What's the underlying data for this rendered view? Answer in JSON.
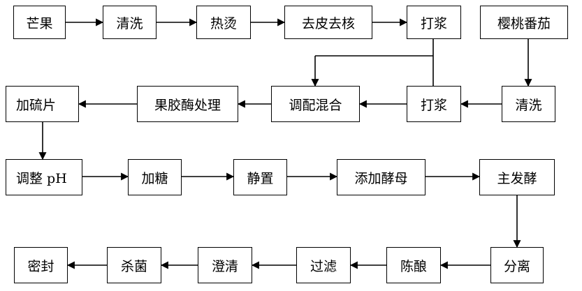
{
  "nodes": {
    "mango": "芒果",
    "wash1": "清洗",
    "blanch": "热烫",
    "peel": "去皮去核",
    "pulp1": "打浆",
    "tomato": "樱桃番茄",
    "sulfite": "加硫片",
    "pectinase": "果胶酶处理",
    "blend": "调配混合",
    "pulp2": "打浆",
    "wash2": "清洗",
    "ph": "调整 pH",
    "sugar": "加糖",
    "rest": "静置",
    "yeast": "添加酵母",
    "primary": "主发酵",
    "seal": "密封",
    "sterilize": "杀菌",
    "clarify": "澄清",
    "filter": "过滤",
    "age": "陈酿",
    "separate": "分离"
  },
  "colors": {
    "line": "#000000",
    "box_border": "#000000",
    "background": "#ffffff"
  }
}
